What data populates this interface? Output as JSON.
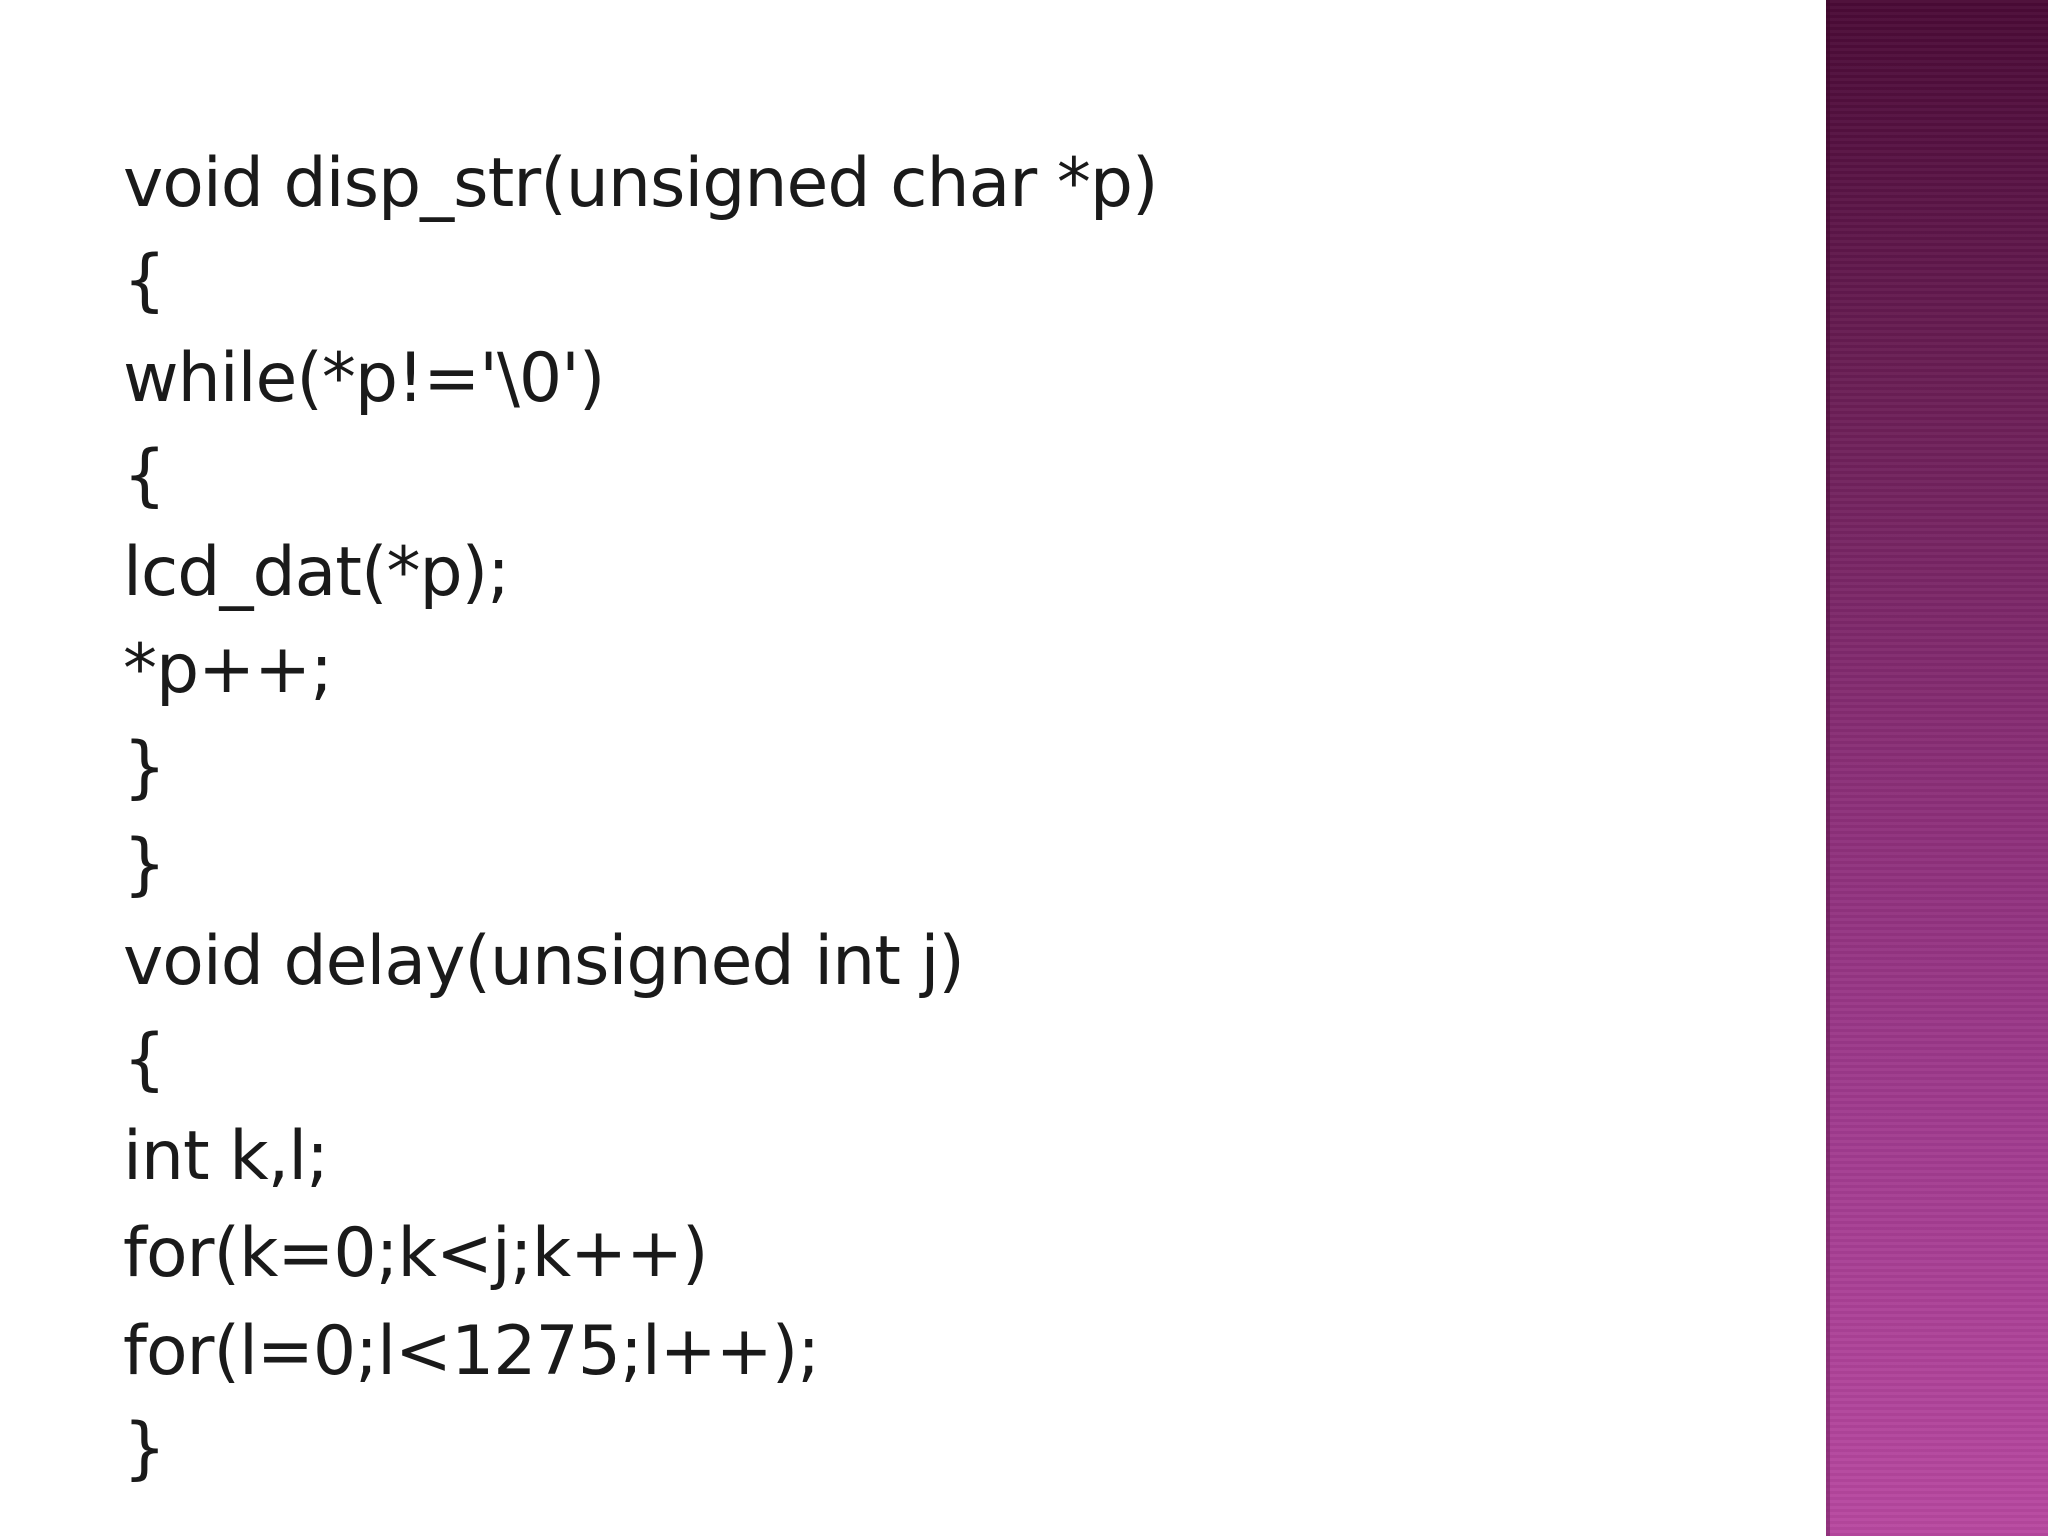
{
  "slide": {
    "code_lines": [
      "void disp_str(unsigned char *p)",
      "{",
      "while(*p!='\\0')",
      "{",
      "lcd_dat(*p);",
      "*p++;",
      "}",
      "}",
      "void delay(unsigned int j)",
      "{",
      "int k,l;",
      "for(k=0;k<j;k++)",
      "for(l=0;l<1275;l++);",
      "}"
    ]
  },
  "theme": {
    "text_color": "#1a1a1a",
    "background": "#ffffff",
    "accent_top": "#4a0a36",
    "accent_bottom": "#b848a0"
  }
}
